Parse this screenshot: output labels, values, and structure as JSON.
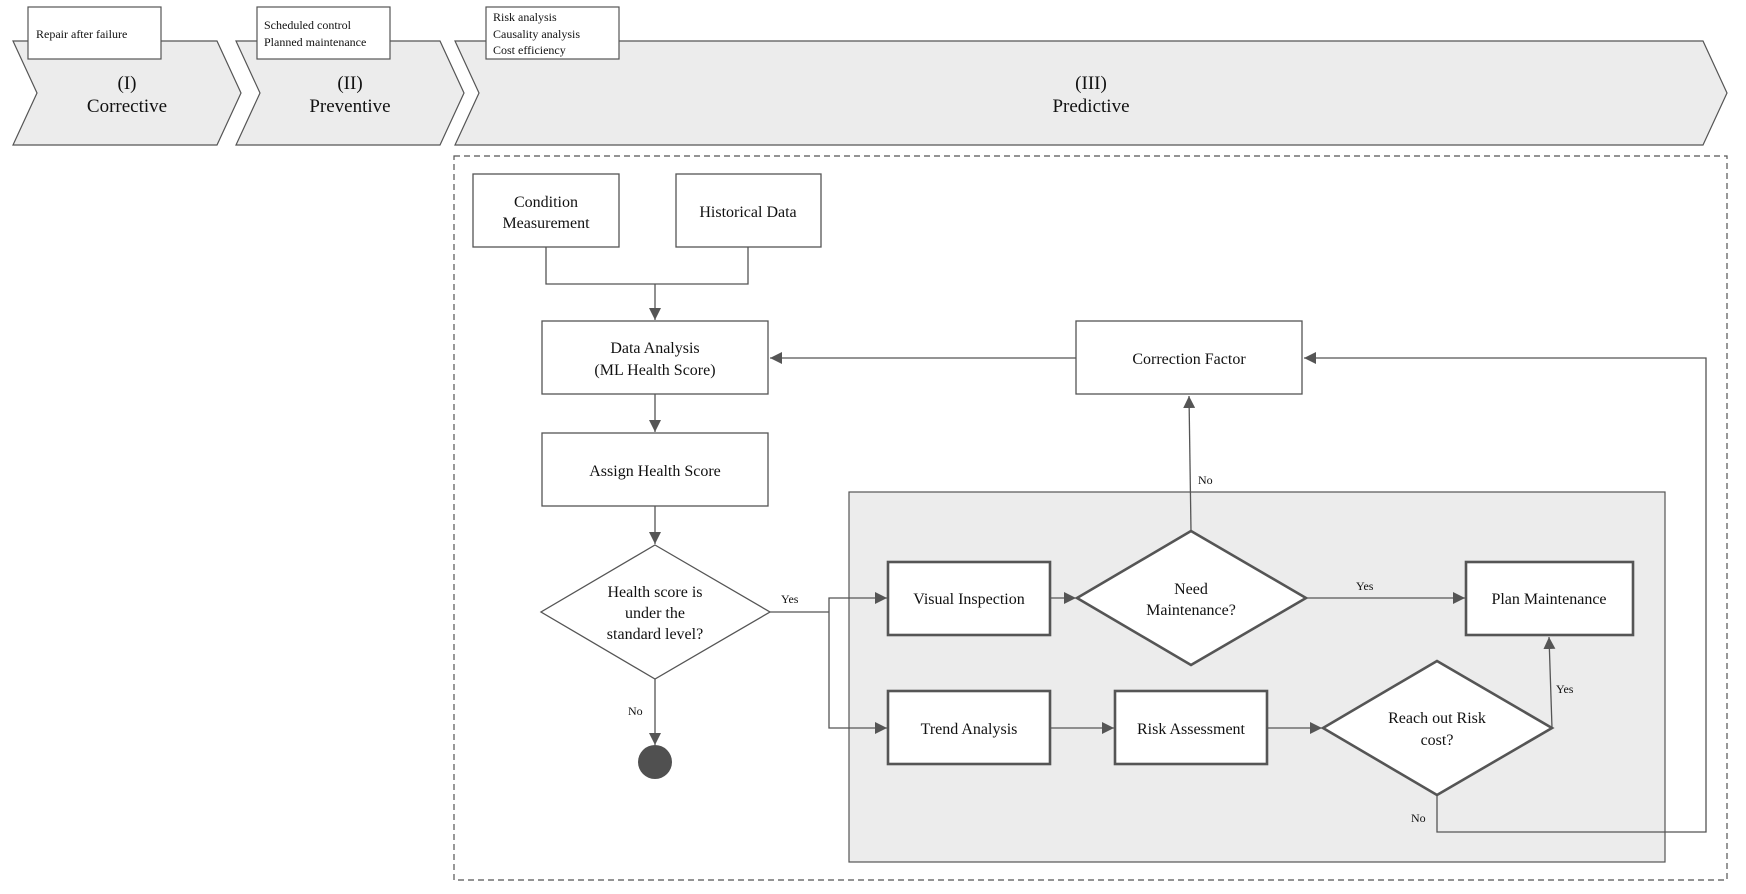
{
  "colors": {
    "stroke": "#555555",
    "chevron_fill": "#ececec",
    "region_fill": "#ececec",
    "text": "#111111",
    "end_node": "#505050"
  },
  "stages": [
    {
      "numeral": "(I)",
      "name": "Corrective",
      "notes": [
        "Repair after failure"
      ]
    },
    {
      "numeral": "(II)",
      "name": "Preventive",
      "notes": [
        "Scheduled control",
        "Planned maintenance"
      ]
    },
    {
      "numeral": "(III)",
      "name": "Predictive",
      "notes": [
        "Risk analysis",
        "Causality analysis",
        "Cost efficiency"
      ]
    }
  ],
  "nodes": {
    "condition_measurement": [
      "Condition",
      "Measurement"
    ],
    "historical_data": [
      "Historical Data"
    ],
    "data_analysis": [
      "Data Analysis",
      "(ML Health Score)"
    ],
    "assign_health_score": [
      "Assign Health Score"
    ],
    "health_decision": [
      "Health score is",
      "under the",
      "standard level?"
    ],
    "correction_factor": [
      "Correction Factor"
    ],
    "visual_inspection": [
      "Visual Inspection"
    ],
    "need_maintenance": [
      "Need",
      "Maintenance?"
    ],
    "plan_maintenance": [
      "Plan Maintenance"
    ],
    "trend_analysis": [
      "Trend Analysis"
    ],
    "risk_assessment": [
      "Risk Assessment"
    ],
    "reach_risk_cost": [
      "Reach out Risk",
      "cost?"
    ]
  },
  "edge_labels": {
    "health_yes": "Yes",
    "health_no": "No",
    "need_no": "No",
    "need_yes": "Yes",
    "risk_yes": "Yes",
    "risk_no": "No"
  }
}
